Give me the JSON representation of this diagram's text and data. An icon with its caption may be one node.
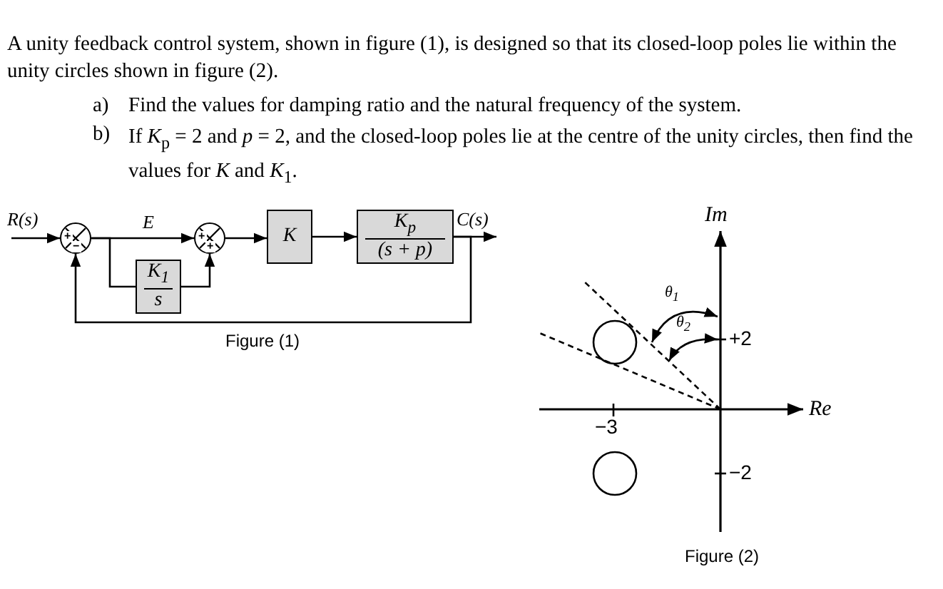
{
  "diagram": {
    "title": "A unity feedback control system, shown in figure (1), is designed so that its closed-loop poles lie within the unity circles shown in figure (2).",
    "nodes": [
      {
        "text": [
          "+",
          "−"
        ]
      },
      {
        "text": [
          "+",
          "+"
        ]
      },
      {
        "text": [
          "K"
        ]
      },
      {
        "text": [
          "K$_{p}$",
          "(s + p)"
        ]
      },
      {
        "text": [
          "K$_{1}$",
          "s"
        ]
      }
    ],
    "edges": [
      {
        "from": null,
        "to": 0,
        "arrow": "to",
        "label": "R(s)"
      },
      {
        "from": 0,
        "to": 1,
        "arrow": "to",
        "label": "E"
      },
      {
        "from": 0,
        "to": 4,
        "arrow": "none"
      },
      {
        "from": 4,
        "to": 1,
        "arrow": "to"
      },
      {
        "from": 1,
        "to": 2,
        "arrow": "to"
      },
      {
        "from": 2,
        "to": 3,
        "arrow": "to"
      },
      {
        "from": 3,
        "to": null,
        "arrow": "to",
        "label": "C(s)"
      },
      {
        "from": 3,
        "to": 0,
        "arrow": "to"
      }
    ],
    "labels": [
      "a)",
      "Find the values for damping ratio and the natural frequency of the system.",
      "b)",
      "If *K*$_{p}$ = 2 and *p* = 2, and the closed-loop poles lie at the centre of the unity circles, then find the values for *K* and *K*$_{1}$.",
      "Figure (1)",
      "Im",
      "θ$_{1}$",
      "θ$_{2}$",
      "+2",
      "Re",
      "−3",
      "−2",
      "Figure (2)"
    ]
  }
}
